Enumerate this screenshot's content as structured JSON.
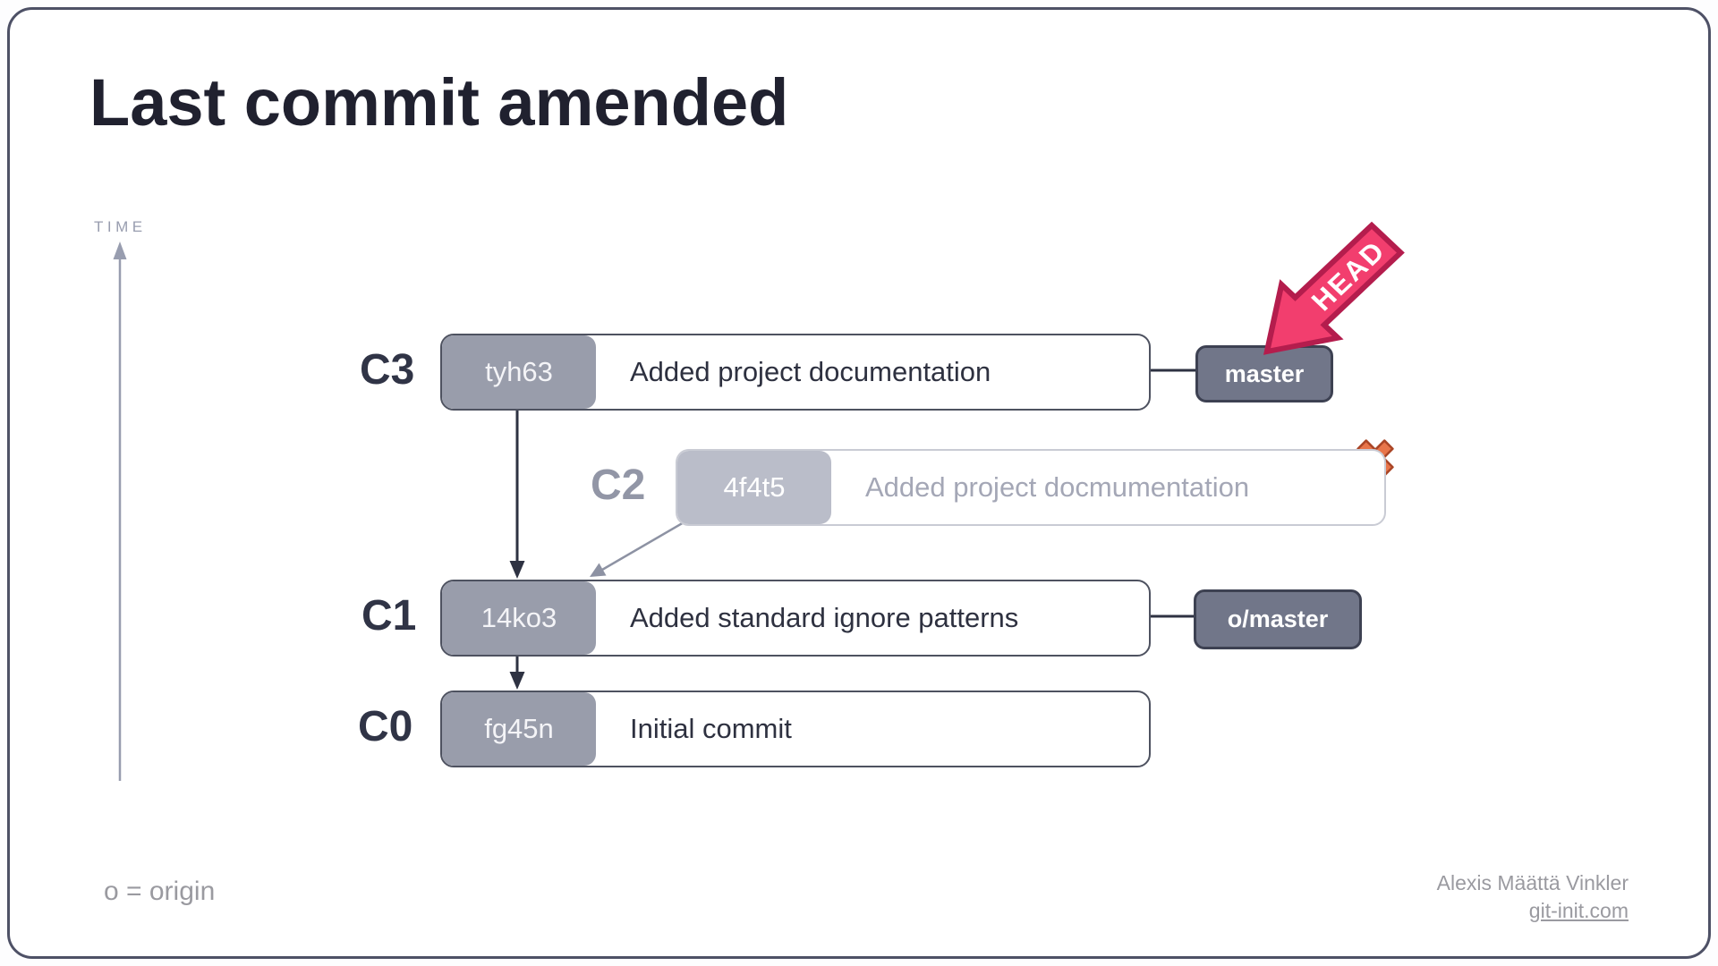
{
  "title": "Last commit amended",
  "time_axis": {
    "label": "TIME"
  },
  "head_pointer": {
    "label": "HEAD"
  },
  "commits": [
    {
      "label": "C3",
      "hash": "tyh63",
      "message": "Added project documentation",
      "ref": "master",
      "status": "current, amended replacement of C2"
    },
    {
      "label": "C2",
      "hash": "4f4t5",
      "message": "Added project docmumentation",
      "status": "discarded by amend"
    },
    {
      "label": "C1",
      "hash": "14ko3",
      "message": "Added standard ignore patterns",
      "ref": "o/master",
      "status": "normal"
    },
    {
      "label": "C0",
      "hash": "fg45n",
      "message": "Initial commit",
      "status": "normal"
    }
  ],
  "footer": {
    "origin_note": "o = origin",
    "author": "Alexis Määttä Vinkler",
    "site_link": "git-init.com"
  },
  "icons": {
    "head_arrow": "pink-block-arrow-pointing-down-left",
    "deleted_commit_cross": "orange-x-cross",
    "time_axis": "vertical-arrow-pointing-up"
  },
  "colors": {
    "ink": "#20212f",
    "labelink": "#303446",
    "graylabel": "#9296a6",
    "badge": "#999dab",
    "badgefaded": "#babdc9",
    "hashtext": "#f4f4f7",
    "borderdark": "#4e5260",
    "borderlight": "#c9cbd4",
    "msg": "#2e3140",
    "msgfaded": "#a4a7b6",
    "refbg": "#717689",
    "refborder": "#3d4152",
    "arrowdark": "#2e3242",
    "arrowgray": "#8d92a3",
    "timegray": "#989daf",
    "pink": "#f23e6e",
    "pinkdark": "#b41d4d",
    "orange": "#e8754a",
    "orangedark": "#aa4526",
    "cardborder": "#4e5166",
    "footergray": "#9a9aa0"
  }
}
